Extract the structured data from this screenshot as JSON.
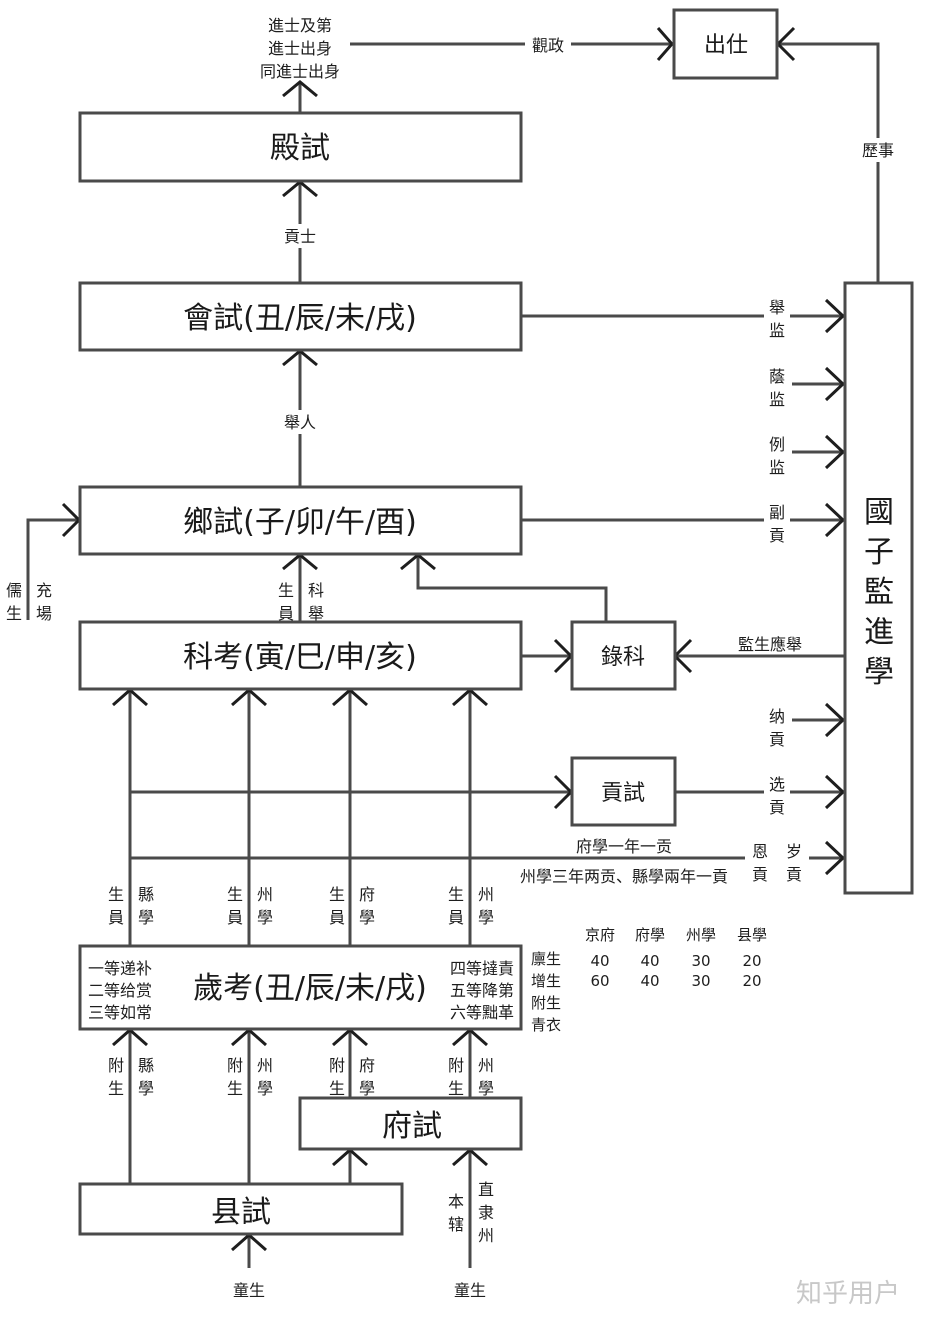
{
  "title": "Ming-Qing imperial examination flowchart",
  "nodes": {
    "chushi": "出仕",
    "dianshi": "殿試",
    "huishi": "會試(丑/辰/未/戌)",
    "xiangshi": "鄉試(子/卯/午/酉)",
    "keka": "科考(寅/巳/申/亥)",
    "luke": "錄科",
    "gongshi": "貢試",
    "suikao": "歲考(丑/辰/未/戌)",
    "fushi": "府試",
    "xianshi": "县試",
    "guozijian": [
      "國",
      "子",
      "監",
      "進",
      "學"
    ]
  },
  "edges": {
    "dianshi_out": [
      "進士及第",
      "進士出身",
      "同進士出身"
    ],
    "guanzheng": "觀政",
    "lishi": "歷事",
    "gongshi_label": "貢士",
    "juren": "舉人",
    "to_guozijian": [
      [
        "舉",
        "监"
      ],
      [
        "蔭",
        "监"
      ],
      [
        "例",
        "监"
      ],
      [
        "副",
        "貢"
      ],
      [
        "纳",
        "貢"
      ],
      [
        "选",
        "貢"
      ]
    ],
    "enbsui": {
      "en": [
        "恩",
        "貢"
      ],
      "sui": [
        "岁",
        "貢"
      ]
    },
    "jiansheng": "監生應舉",
    "rusheng": [
      "儒",
      "生"
    ],
    "chongchang": [
      "充",
      "場"
    ],
    "shengyuan": [
      "生",
      "員"
    ],
    "keju": [
      "科",
      "舉"
    ],
    "fuxue_gong": "府學一年一贡",
    "zhou_xian_gong": "州學三年两贡、縣學兩年一貢",
    "schools_up": [
      {
        "left": [
          "生",
          "員"
        ],
        "right": [
          "縣",
          "學"
        ]
      },
      {
        "left": [
          "生",
          "員"
        ],
        "right": [
          "州",
          "學"
        ]
      },
      {
        "left": [
          "生",
          "員"
        ],
        "right": [
          "府",
          "學"
        ]
      },
      {
        "left": [
          "生",
          "員"
        ],
        "right": [
          "州",
          "學"
        ]
      }
    ],
    "fusheng_up": [
      {
        "left": [
          "附",
          "生"
        ],
        "right": [
          "縣",
          "學"
        ]
      },
      {
        "left": [
          "附",
          "生"
        ],
        "right": [
          "州",
          "學"
        ]
      },
      {
        "left": [
          "附",
          "生"
        ],
        "right": [
          "府",
          "學"
        ]
      },
      {
        "left": [
          "附",
          "生"
        ],
        "right": [
          "州",
          "學"
        ]
      }
    ],
    "benxia": [
      "本",
      "辖"
    ],
    "zhilizhou": [
      "直",
      "隶",
      "州"
    ],
    "tongsheng": "童生"
  },
  "suikao_grades_left": [
    "一等递补",
    "二等给赏",
    "三等如常"
  ],
  "suikao_grades_right": [
    "四等撻責",
    "五等降第",
    "六等黜革"
  ],
  "quota_table": {
    "columns": [
      "京府",
      "府學",
      "州學",
      "县學"
    ],
    "rows": [
      {
        "label": "廪生",
        "values": [
          "40",
          "40",
          "30",
          "20"
        ]
      },
      {
        "label": "增生",
        "values": [
          "60",
          "40",
          "30",
          "20"
        ]
      },
      {
        "label": "附生",
        "values": [
          "",
          "",
          "",
          ""
        ]
      },
      {
        "label": "青衣",
        "values": [
          "",
          "",
          "",
          ""
        ]
      }
    ]
  },
  "watermark": "知乎用户"
}
